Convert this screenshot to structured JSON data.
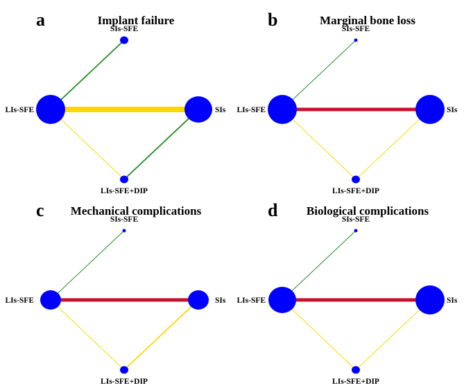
{
  "colors": {
    "background": "#ffffff",
    "node": "#0000ff",
    "edge_green": "#228b22",
    "edge_yellow": "#ffd700",
    "edge_red": "#c8102e"
  },
  "panels": [
    {
      "label": "a",
      "title": "Implant failure",
      "nodes": [
        {
          "name": "SIs-SFE",
          "size": "small"
        },
        {
          "name": "LIs-SFE",
          "size": "large"
        },
        {
          "name": "SIs",
          "size": "medium-large"
        },
        {
          "name": "LIs-SFE+DIP",
          "size": "small"
        }
      ],
      "edges": [
        {
          "from": "SIs-SFE",
          "to": "LIs-SFE",
          "color": "green",
          "weight": "thin"
        },
        {
          "from": "LIs-SFE",
          "to": "SIs",
          "color": "yellow",
          "weight": "thick"
        },
        {
          "from": "LIs-SFE",
          "to": "LIs-SFE+DIP",
          "color": "yellow",
          "weight": "hairline"
        },
        {
          "from": "SIs",
          "to": "LIs-SFE+DIP",
          "color": "green",
          "weight": "thin"
        }
      ]
    },
    {
      "label": "b",
      "title": "Marginal bone loss",
      "nodes": [
        {
          "name": "SIs-SFE",
          "size": "tiny"
        },
        {
          "name": "LIs-SFE",
          "size": "large"
        },
        {
          "name": "SIs",
          "size": "large"
        },
        {
          "name": "LIs-SFE+DIP",
          "size": "small"
        }
      ],
      "edges": [
        {
          "from": "SIs-SFE",
          "to": "LIs-SFE",
          "color": "green",
          "weight": "hairline"
        },
        {
          "from": "LIs-SFE",
          "to": "SIs",
          "color": "red",
          "weight": "medium"
        },
        {
          "from": "LIs-SFE",
          "to": "LIs-SFE+DIP",
          "color": "yellow",
          "weight": "hairline"
        },
        {
          "from": "SIs",
          "to": "LIs-SFE+DIP",
          "color": "yellow",
          "weight": "hairline"
        }
      ]
    },
    {
      "label": "c",
      "title": "Mechanical complications",
      "nodes": [
        {
          "name": "SIs-SFE",
          "size": "tiny"
        },
        {
          "name": "LIs-SFE",
          "size": "medium"
        },
        {
          "name": "SIs",
          "size": "medium"
        },
        {
          "name": "LIs-SFE+DIP",
          "size": "small"
        }
      ],
      "edges": [
        {
          "from": "SIs-SFE",
          "to": "LIs-SFE",
          "color": "green",
          "weight": "hairline"
        },
        {
          "from": "LIs-SFE",
          "to": "SIs",
          "color": "red",
          "weight": "medium"
        },
        {
          "from": "LIs-SFE",
          "to": "LIs-SFE+DIP",
          "color": "yellow",
          "weight": "hairline"
        },
        {
          "from": "SIs",
          "to": "LIs-SFE+DIP",
          "color": "yellow",
          "weight": "thin"
        }
      ]
    },
    {
      "label": "d",
      "title": "Biological complications",
      "nodes": [
        {
          "name": "SIs-SFE",
          "size": "tiny"
        },
        {
          "name": "LIs-SFE",
          "size": "medium-large"
        },
        {
          "name": "SIs",
          "size": "large"
        },
        {
          "name": "LIs-SFE+DIP",
          "size": "small"
        }
      ],
      "edges": [
        {
          "from": "SIs-SFE",
          "to": "LIs-SFE",
          "color": "green",
          "weight": "hairline"
        },
        {
          "from": "LIs-SFE",
          "to": "SIs",
          "color": "red",
          "weight": "medium"
        },
        {
          "from": "LIs-SFE",
          "to": "LIs-SFE+DIP",
          "color": "yellow",
          "weight": "hairline"
        },
        {
          "from": "SIs",
          "to": "LIs-SFE+DIP",
          "color": "yellow",
          "weight": "hairline"
        }
      ]
    }
  ]
}
